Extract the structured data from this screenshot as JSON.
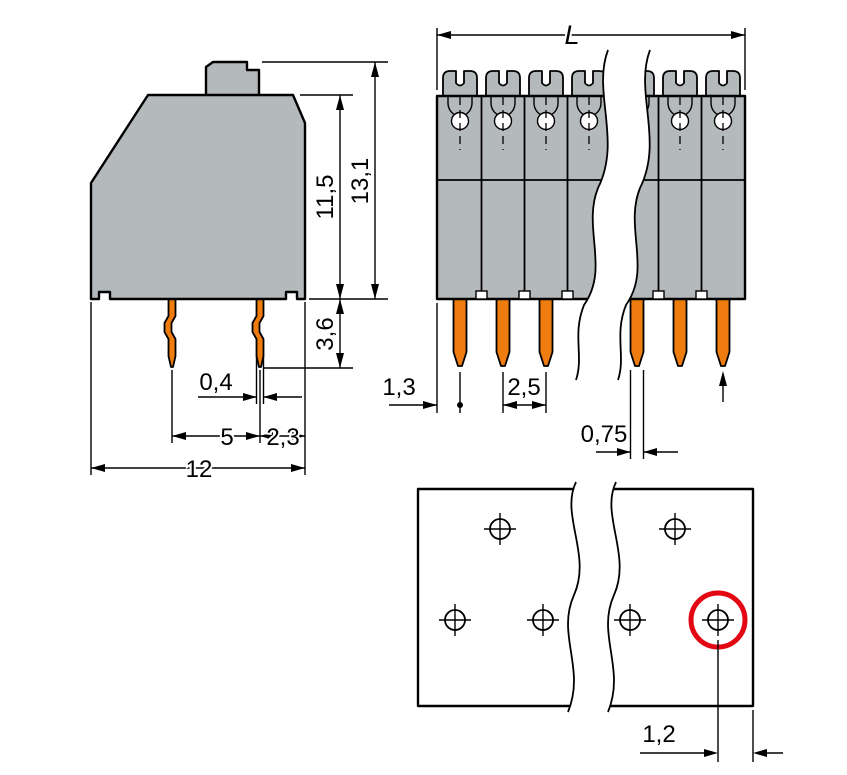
{
  "views": {
    "side": {
      "dims": {
        "body_height": "11,5",
        "total_height": "13,1",
        "pin_length": "3,6",
        "pin_thickness": "0,4",
        "pin_spacing": "5",
        "pin_to_edge": "2,3",
        "depth": "12"
      }
    },
    "front": {
      "dims": {
        "total_length": "L",
        "edge_to_first_pin": "1,3",
        "pin_pitch": "2,5",
        "pin_width": "0,75"
      }
    },
    "drilling": {
      "dims": {
        "hole_to_edge": "1,2"
      }
    }
  },
  "colors": {
    "body": "#b4b9bb",
    "pin": "#ee7c0e",
    "highlight": "#e30613",
    "line": "#000000",
    "background": "#ffffff"
  }
}
